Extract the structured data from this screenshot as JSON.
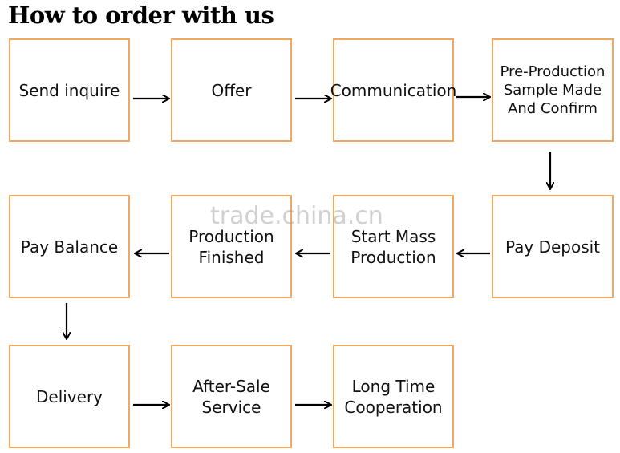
{
  "title": "How to order with us",
  "steps": [
    {
      "label": "Send inquire"
    },
    {
      "label": "Offer"
    },
    {
      "label": "Communication"
    },
    {
      "label": "Pre-Production\nSample Made\nAnd Confirm"
    },
    {
      "label": "Pay Deposit"
    },
    {
      "label": "Start Mass\nProduction"
    },
    {
      "label": "Production\nFinished"
    },
    {
      "label": "Pay Balance"
    },
    {
      "label": "Delivery"
    },
    {
      "label": "After-Sale\nService"
    },
    {
      "label": "Long Time\nCooperation"
    }
  ],
  "watermark": "trade.china.cn",
  "colors": {
    "box_border": "#f0a860",
    "arrow": "#000000",
    "text": "#111111"
  }
}
